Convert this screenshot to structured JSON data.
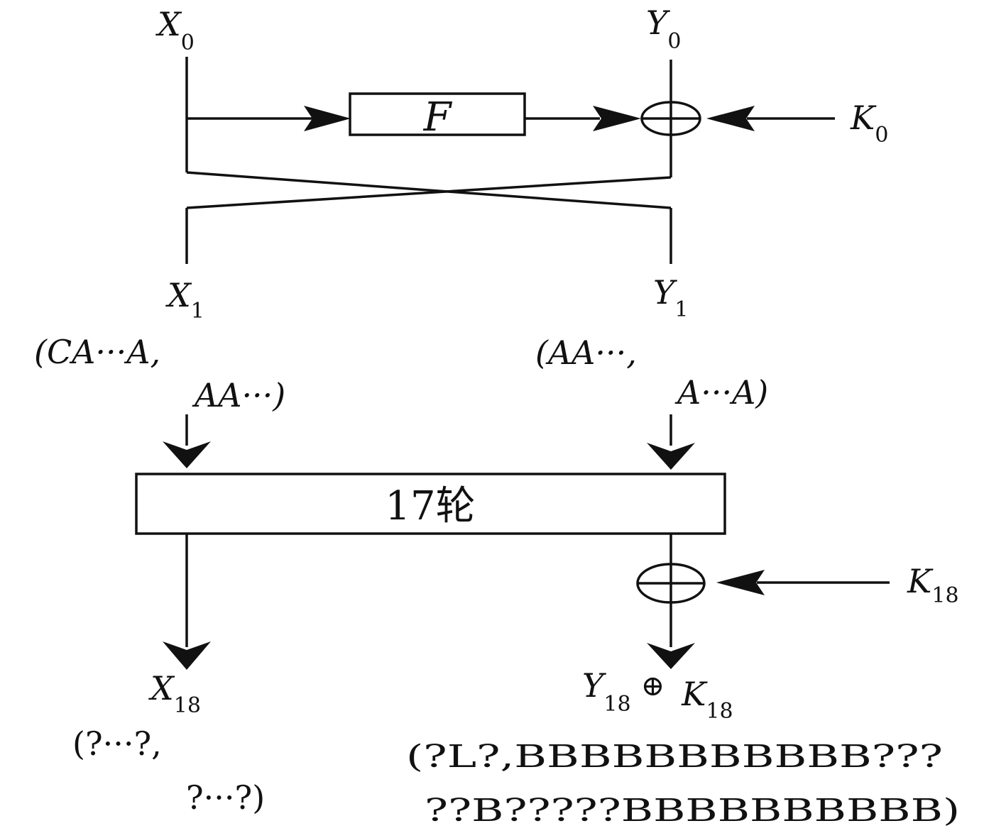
{
  "inputs": {
    "x0": {
      "base": "X",
      "sub": "0"
    },
    "y0": {
      "base": "Y",
      "sub": "0"
    },
    "k0": {
      "base": "K",
      "sub": "0"
    }
  },
  "f_box": {
    "label": "F"
  },
  "round1": {
    "x1": {
      "base": "X",
      "sub": "1"
    },
    "y1": {
      "base": "Y",
      "sub": "1"
    },
    "x1_value": {
      "line1": "(CA···A,",
      "line2": "AA···)"
    },
    "y1_value": {
      "line1": "(AA···,",
      "line2": "A···A)"
    }
  },
  "rounds_box": {
    "label": "17轮"
  },
  "final": {
    "k18": {
      "base": "K",
      "sub": "18"
    },
    "x18": {
      "base": "X",
      "sub": "18"
    },
    "y18_expr": {
      "y": "Y",
      "y_sub": "18",
      "op": "⊕",
      "k": "K",
      "k_sub": "18"
    },
    "x18_value": {
      "line1": "(?···?,",
      "line2": "?···?)"
    },
    "y18_value": {
      "line1": "(?L?,BBBBBBBBBBB???",
      "line2": "??B?????BBBBBBBBBB)"
    }
  }
}
